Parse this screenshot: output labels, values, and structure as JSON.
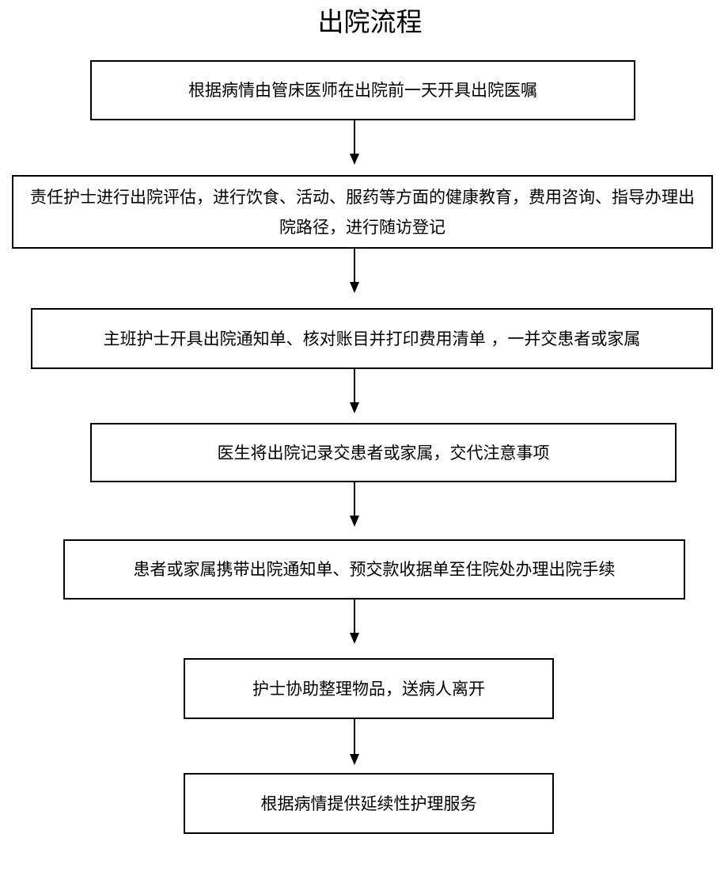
{
  "title": "出院流程",
  "steps": [
    {
      "text": "根据病情由管床医师在出院前一天开具出院医嘱"
    },
    {
      "text": "责任护士进行出院评估，进行饮食、活动、服药等方面的健康教育，费用咨询、指导办理出院路径，进行随访登记"
    },
    {
      "text": "主班护士开具出院通知单、核对账目并打印费用清单 ，一并交患者或家属"
    },
    {
      "text": "医生将出院记录交患者或家属，交代注意事项"
    },
    {
      "text": "患者或家属携带出院通知单、预交款收据单至住院处办理出院手续"
    },
    {
      "text": "护士协助整理物品，送病人离开"
    },
    {
      "text": "根据病情提供延续性护理服务"
    }
  ],
  "colors": {
    "stroke": "#000000",
    "background": "#ffffff"
  }
}
